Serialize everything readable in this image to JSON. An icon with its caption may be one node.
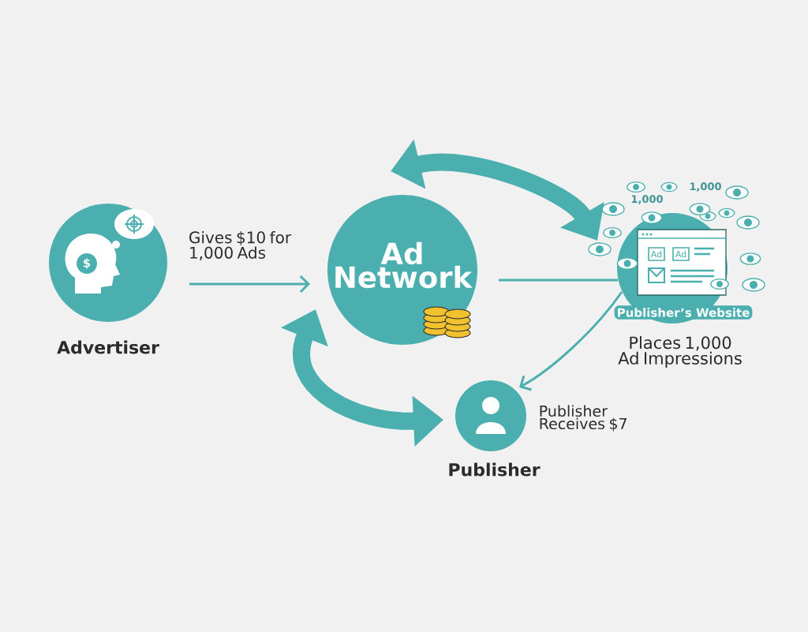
{
  "diagram": {
    "nodes": [
      {
        "text": [
          "Advertiser"
        ]
      },
      {
        "text": [
          "Ad Network"
        ]
      },
      {
        "text": [
          "Publisher’s Website"
        ],
        "beside": [
          "1,000",
          "1,000",
          "Places 1,000 Ad Impressions"
        ]
      },
      {
        "text": [
          "Publisher"
        ],
        "beside": [
          "Publisher Receives $7"
        ]
      }
    ],
    "edges": [
      {
        "from": 0,
        "to": 1,
        "arrow": "to",
        "label": "Gives $10 for 1,000 Ads"
      },
      {
        "from": 1,
        "to": 2,
        "arrow": "none"
      },
      {
        "from": 2,
        "to": 3,
        "arrow": "to"
      },
      {
        "from": 1,
        "to": 2,
        "arrow": "both",
        "style": "thick"
      },
      {
        "from": 3,
        "to": 1,
        "arrow": "both",
        "style": "thick"
      }
    ],
    "labels": [
      "$",
      "Ad",
      "Ad"
    ]
  }
}
